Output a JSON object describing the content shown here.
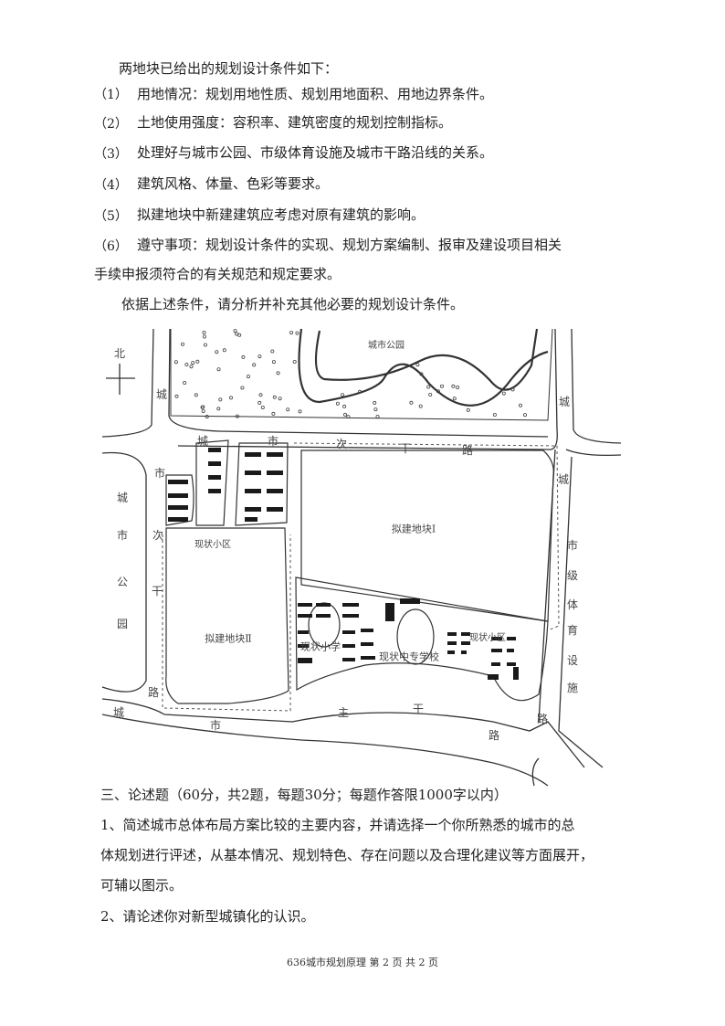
{
  "intro": "两地块已给出的规划设计条件如下：",
  "conditions": [
    {
      "num": "（1）",
      "text": "用地情况：规划用地性质、规划用地面积、用地边界条件。"
    },
    {
      "num": "（2）",
      "text": "土地使用强度：容积率、建筑密度的规划控制指标。"
    },
    {
      "num": "（3）",
      "text": "处理好与城市公园、市级体育设施及城市干路沿线的关系。"
    },
    {
      "num": "（4）",
      "text": "建筑风格、体量、色彩等要求。"
    },
    {
      "num": "（5）",
      "text": "拟建地块中新建建筑应考虑对原有建筑的影响。"
    },
    {
      "num": "（6）",
      "text": "遵守事项：规划设计条件的实现、规划方案编制、报审及建设项目相关"
    }
  ],
  "condition6_cont": "手续申报须符合的有关规范和规定要求。",
  "task": "依据上述条件，请分析并补充其他必要的规划设计条件。",
  "map": {
    "north": "北",
    "park_top": "城市公园",
    "park_left": [
      "城",
      "市",
      "公",
      "园"
    ],
    "sports_right": [
      "市",
      "级",
      "体",
      "育",
      "设",
      "施"
    ],
    "top_road": [
      "城",
      "市",
      "次",
      "干",
      "路"
    ],
    "left_road": [
      "市",
      "次",
      "干",
      "路"
    ],
    "bottom_road": [
      "市",
      "主",
      "干",
      "路",
      "路"
    ],
    "city_marks": [
      "城",
      "城",
      "城",
      "城"
    ],
    "plot1": "拟建地块Ⅰ",
    "plot2": "拟建地块Ⅱ",
    "residential_nw": "现状小区",
    "primary_school": "现状小学",
    "vocational_school": "现状中专学校",
    "residential_se": "现状小区"
  },
  "section3": {
    "heading": "三、论述题（60分，共2题，每题30分；每题作答限1000字以内）",
    "q1_lines": [
      "1、简述城市总体布局方案比较的主要内容，并请选择一个你所熟悉的城市的总",
      "体规划进行评述，从基本情况、规划特色、存在问题以及合理化建议等方面展开，",
      "可辅以图示。"
    ],
    "q2": "2、请论述你对新型城镇化的认识。"
  },
  "footer": "636城市规划原理 第 2 页 共 2 页"
}
